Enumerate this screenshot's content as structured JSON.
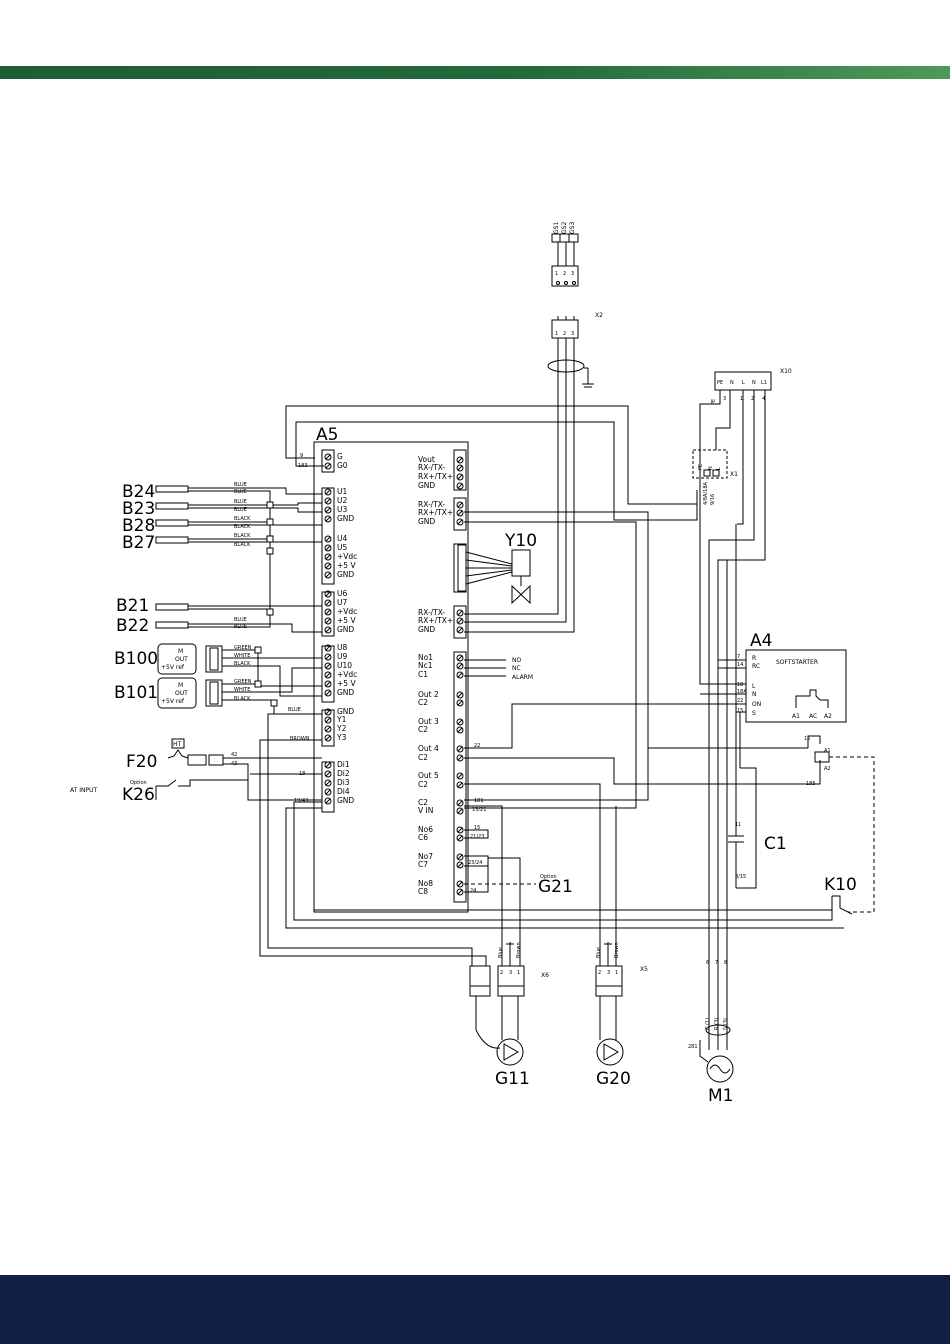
{
  "bands": {
    "top": "#23693a",
    "bottom": "#111f47"
  },
  "labels": {
    "x2": "X2",
    "x10": "X10",
    "x1": "X1",
    "x6": "X6",
    "x5": "X5",
    "a5": "A5",
    "y10": "Y10",
    "a4": "A4",
    "softstarter": "SOFTSTARTER",
    "c1": "C1",
    "k10": "K10",
    "g21": "G21",
    "g11": "G11",
    "g20": "G20",
    "m1": "M1",
    "b24": "B24",
    "b23": "B23",
    "b28": "B28",
    "b27": "B27",
    "b21": "B21",
    "b22": "B22",
    "b100": "B100",
    "b101": "B101",
    "f20": "F20",
    "k26": "K26",
    "at_input": "AT INPUT",
    "option": "Option",
    "ht": "HT",
    "gs": [
      "GS1",
      "GS2",
      "GS3"
    ]
  },
  "a5_left_terms": [
    "G",
    "G0",
    "U1",
    "U2",
    "U3",
    "GND",
    "U4",
    "U5",
    "+Vdc",
    "+5 V",
    "GND",
    "U6",
    "U7",
    "+Vdc",
    "+5 V",
    "GND",
    "U8",
    "U9",
    "U10",
    "+Vdc",
    "+5 V",
    "GND",
    "GND",
    "Y1",
    "Y2",
    "Y3",
    "Di1",
    "Di2",
    "Di3",
    "Di4",
    "GND"
  ],
  "a5_right_terms": [
    "Vout",
    "RX-/TX-",
    "RX+/TX+",
    "GND",
    "RX-/TX-",
    "RX+/TX+",
    "GND",
    "RX-/TX-",
    "RX+/TX+",
    "GND",
    "No1",
    "Nc1",
    "C1",
    "Out 2",
    "C2",
    "Out 3",
    "C2",
    "Out 4",
    "C2",
    "Out 5",
    "C2",
    "C2",
    "V IN",
    "No6",
    "C6",
    "No7",
    "C7",
    "No8",
    "C8"
  ],
  "alarm": [
    "NO",
    "NC",
    "ALARM"
  ],
  "a4_terms": [
    "R",
    "RC",
    "L",
    "N",
    "ON",
    "S"
  ],
  "a4_coil": [
    "A1",
    "AC",
    "A2"
  ],
  "sensor_box": [
    "M",
    "OUT",
    "+5V ref"
  ],
  "wire_colors": [
    "BLUE",
    "BLUE",
    "BLUE",
    "BLUE",
    "BLACK",
    "BLACK",
    "BLACK",
    "BLACK",
    "BLUE",
    "BLUE",
    "GREEN",
    "WHITE",
    "BLACK",
    "GREEN",
    "WHITE",
    "BLACK",
    "BLUE",
    "BROWN"
  ],
  "pump_wires": [
    "Blue",
    "Brown"
  ],
  "wire_numbers": [
    "9",
    "183",
    "42",
    "43",
    "18",
    "19/43",
    "22",
    "181",
    "13/21",
    "15",
    "21/23",
    "23/24",
    "24",
    "7",
    "14",
    "18",
    "18A",
    "22",
    "15",
    "16",
    "185",
    "A1",
    "A2",
    "11",
    "8/15",
    "6",
    "7",
    "8",
    "PE",
    "3",
    "1",
    "2",
    "4",
    "PE",
    "N",
    "L",
    "9/16",
    "4/8A/18A",
    "281"
  ],
  "motor_terms": [
    "C (1)",
    "R (3)",
    "S (3)"
  ],
  "connector_pins": {
    "gs": [
      "1",
      "2",
      "3"
    ],
    "x2": [
      "1",
      "2",
      "3"
    ],
    "x6": [
      "2",
      "3",
      "1"
    ],
    "x5": [
      "2",
      "3",
      "1"
    ],
    "x10": [
      "PE",
      "N",
      "L",
      "N",
      "L1"
    ]
  }
}
